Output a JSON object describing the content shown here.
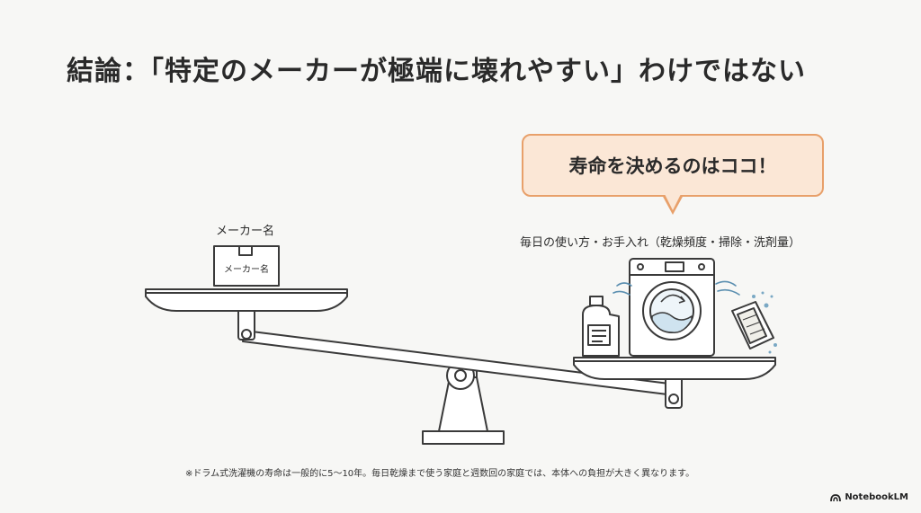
{
  "title": "結論：「特定のメーカーが極端に壊れやすい」わけではない",
  "bubble": {
    "text": "寿命を決めるのはココ！"
  },
  "right_pan": {
    "label": "毎日の使い方・お手入れ（乾燥頻度・掃除・洗剤量）"
  },
  "left_pan": {
    "label": "メーカー名",
    "box_label": "メーカー名"
  },
  "footnote": "※ドラム式洗濯機の寿命は一般的に5〜10年。毎日乾燥まで使う家庭と週数回の家庭では、本体への負担が大きく異なります。",
  "brand": {
    "name": "NotebookLM",
    "icon": "notebook-logo-icon"
  },
  "colors": {
    "bubble_fill": "#fbe7d6",
    "bubble_border": "#e8a06a",
    "line": "#3a3a3a",
    "water": "#cfe3ef"
  }
}
